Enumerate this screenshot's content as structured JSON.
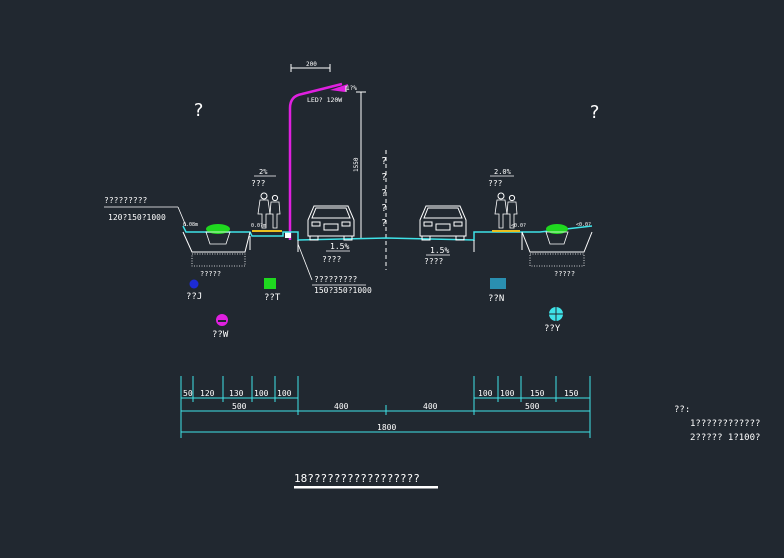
{
  "colors": {
    "background": "#212830",
    "white": "#ffffff",
    "cyan": "#3fe3e8",
    "magenta": "#e020e0",
    "green": "#1fd81f",
    "blue": "#1d2bd6",
    "yellow": "#e8c020",
    "teal": "#2a8fb0"
  },
  "drawing": {
    "left_marker": "?",
    "right_marker": "?",
    "lamp_spacing": "200",
    "lamp_tilt": "1?%",
    "lamp_label": "LED? 120W",
    "pole_height": "1550",
    "centerline_text": [
      "?",
      "?",
      "?",
      "?",
      "?"
    ],
    "left_slope": "2%",
    "left_sidewalk_label": "???",
    "right_slope": "2.0%",
    "right_sidewalk_label": "???",
    "curb_note_line1": "?????????",
    "curb_note_line2": "120?150?1000",
    "left_curb_dim": "0.08m",
    "left_curb_dim2": "0.0?m",
    "right_curb_dim": "<0.0?",
    "right_curb_dim2": "<0.0?",
    "left_road_slope": "1.5%",
    "right_road_slope": "1.5%",
    "left_road_label": "????",
    "right_road_label": "????",
    "left_green_label": "?????",
    "right_green_label": "?????",
    "center_curb_note_line1": "?????????",
    "center_curb_note_line2": "150?350?1000",
    "legend_j": "??J",
    "legend_t": "??T",
    "legend_w": "??W",
    "legend_n": "??N",
    "legend_y": "??Y"
  },
  "dimensions": {
    "row1": [
      "50",
      "120",
      "130",
      "100",
      "100",
      "100",
      "100",
      "150",
      "150"
    ],
    "row2": [
      "500",
      "400",
      "400",
      "500"
    ],
    "total": "1800"
  },
  "notes": {
    "title": "??:",
    "line1": "1????????????",
    "line2": "2?????  1?100?"
  },
  "caption": "18?????????????????"
}
